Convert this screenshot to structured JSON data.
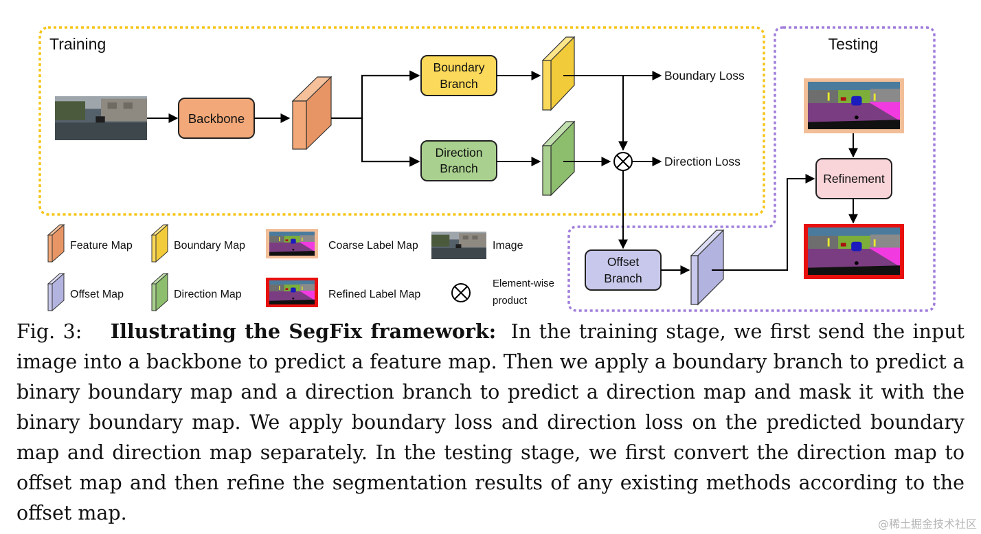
{
  "diagram": {
    "training_label": "Training",
    "testing_label": "Testing",
    "nodes": {
      "backbone": "Backbone",
      "boundary_branch": [
        "Boundary",
        "Branch"
      ],
      "direction_branch": [
        "Direction",
        "Branch"
      ],
      "offset_branch": [
        "Offset",
        "Branch"
      ],
      "refinement": "Refinement"
    },
    "losses": {
      "boundary": "Boundary Loss",
      "direction": "Direction Loss"
    },
    "legend": {
      "feature_map": "Feature Map",
      "boundary_map": "Boundary Map",
      "coarse_label_map": "Coarse Label Map",
      "image": "Image",
      "offset_map": "Offset Map",
      "direction_map": "Direction Map",
      "refined_label_map": "Refined Label Map",
      "elementwise_product": [
        "Element-wise",
        "product"
      ]
    },
    "colors": {
      "training_border": "#F5C518",
      "testing_border": "#A07EDB",
      "feature_map": "#F2A878",
      "boundary": "#FBD95A",
      "direction": "#A9D08E",
      "offset": "#C8C8EC",
      "refinement": "#F9D4D8",
      "coarse_frame": "#F2BE98",
      "refined_frame": "#E8100E"
    }
  },
  "caption": {
    "label": "Fig. 3:",
    "title": "Illustrating the SegFix framework:",
    "text": "In the training stage, we first send the input image into a backbone to predict a feature map. Then we apply a boundary branch to predict a binary boundary map and a direction branch to predict a direction map and mask it with the binary boundary map. We apply boundary loss and direction loss on the predicted boundary map and direction map separately. In the testing stage, we first convert the direction map to offset map and then refine the segmentation results of any existing methods according to the offset map."
  },
  "watermark": "@稀土掘金技术社区"
}
